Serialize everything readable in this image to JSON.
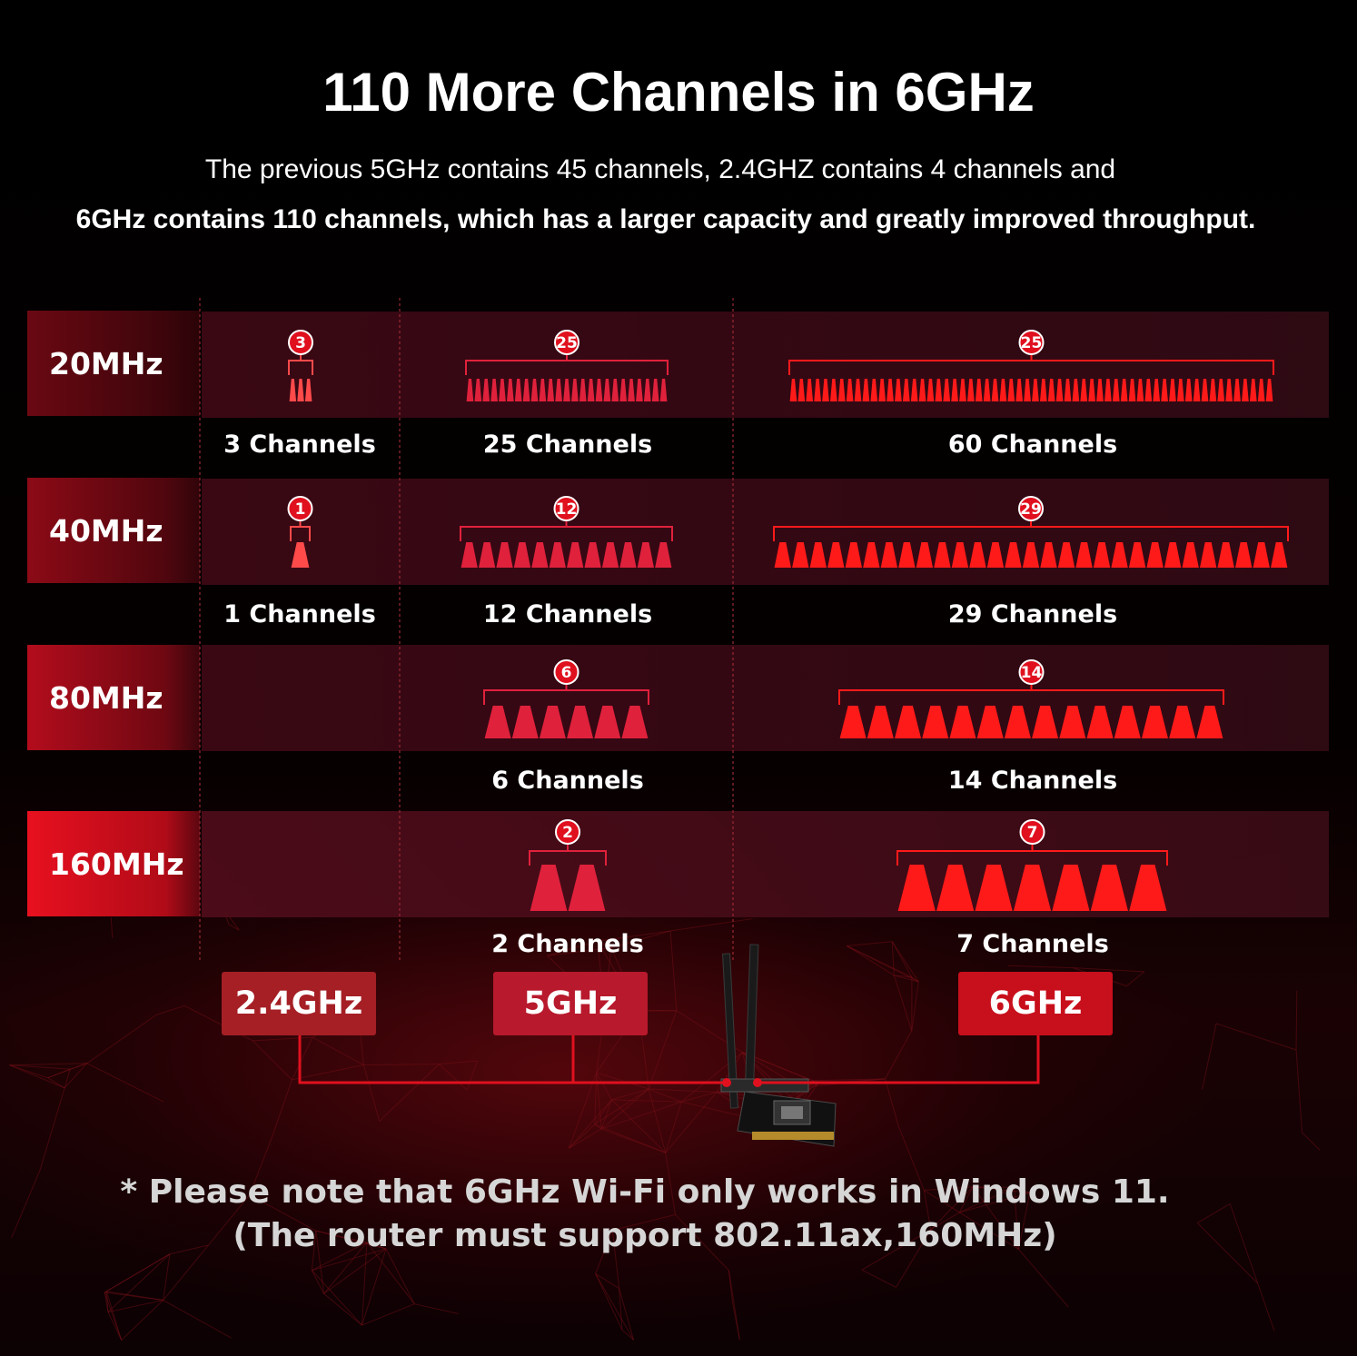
{
  "header": {
    "title": "110 More Channels in 6GHz",
    "subtitle_line1": "The previous 5GHz contains 45 channels, 2.4GHZ contains 4 channels and",
    "subtitle_line2": "6GHz contains 110 channels, which has a larger capacity and greatly improved throughput."
  },
  "bands": [
    "2.4GHz",
    "5GHz",
    "6GHz"
  ],
  "rows": [
    {
      "width": "20MHz",
      "cells": [
        {
          "n": 3,
          "badge": "3",
          "label": "3 Channels"
        },
        {
          "n": 25,
          "badge": "25",
          "label": "25 Channels"
        },
        {
          "n": 60,
          "badge": "25",
          "label": "60 Channels"
        }
      ]
    },
    {
      "width": "40MHz",
      "cells": [
        {
          "n": 1,
          "badge": "1",
          "label": "1 Channels"
        },
        {
          "n": 12,
          "badge": "12",
          "label": "12 Channels"
        },
        {
          "n": 29,
          "badge": "29",
          "label": "29 Channels"
        }
      ]
    },
    {
      "width": "80MHz",
      "cells": [
        null,
        {
          "n": 6,
          "badge": "6",
          "label": "6 Channels"
        },
        {
          "n": 14,
          "badge": "14",
          "label": "14 Channels"
        }
      ]
    },
    {
      "width": "160MHz",
      "cells": [
        null,
        {
          "n": 2,
          "badge": "2",
          "label": "2 Channels"
        },
        {
          "n": 7,
          "badge": "7",
          "label": "7 Channels"
        }
      ]
    }
  ],
  "notes": {
    "line1": "* Please note that 6GHz Wi-Fi only works in Windows 11.",
    "line2": "(The router must support 802.11ax,160MHz)"
  },
  "colors": {
    "accent": "#e0101e",
    "band_btn_24": "#a51f25",
    "band_btn_5": "#b8192c",
    "band_btn_6": "#c80f1c",
    "channel_24": "#ff4a4a",
    "channel_5": "#e0213c",
    "channel_6": "#ff1a1a"
  }
}
